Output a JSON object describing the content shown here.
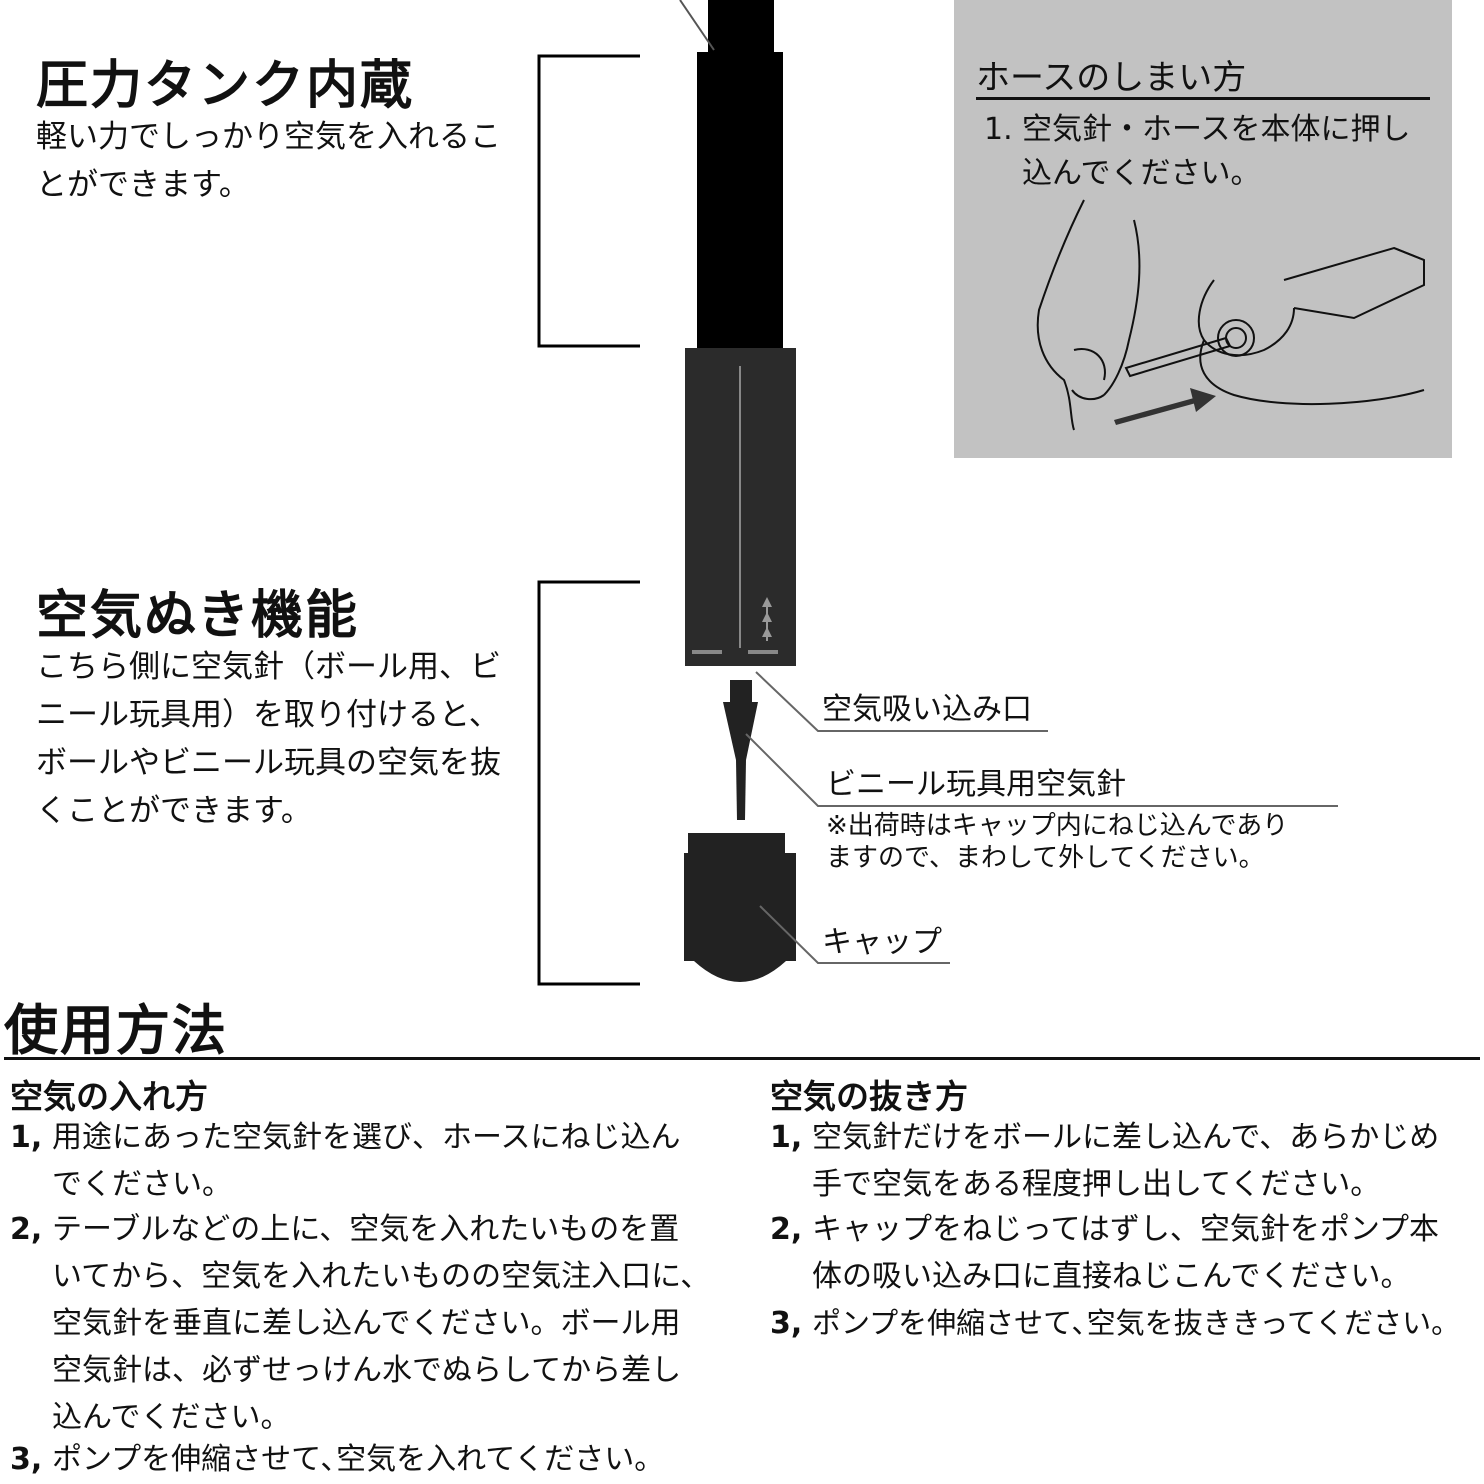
{
  "feature_pressure_tank": {
    "title": "圧力タンク内蔵",
    "lines": [
      "軽い力でしっかり空気を入れるこ",
      "とができます。"
    ]
  },
  "feature_deflate": {
    "title": "空気ぬき機能",
    "lines": [
      "こちら側に空気針（ボール用、ビ",
      "ニール玩具用）を取り付けると、",
      "ボールやビニール玩具の空気を抜",
      "くことができます。"
    ]
  },
  "hose_storage": {
    "title": "ホースのしまい方",
    "step_num": "1.",
    "lines": [
      "空気針・ホースを本体に押し",
      "込んでください。"
    ]
  },
  "callouts": {
    "intake": "空気吸い込み口",
    "needle": "ビニール玩具用空気針",
    "needle_note": [
      "※出荷時はキャップ内にねじ込んであり",
      "ますので、まわして外してください。"
    ],
    "cap": "キャップ"
  },
  "usage": {
    "title": "使用方法",
    "inflate": {
      "title": "空気の入れ方",
      "steps": [
        {
          "num": "1,",
          "lines": [
            "用途にあった空気針を選び、ホースにねじ込ん",
            "でください。"
          ]
        },
        {
          "num": "2,",
          "lines": [
            "テーブルなどの上に、空気を入れたいものを置",
            "いてから、空気を入れたいものの空気注入口に、",
            "空気針を垂直に差し込んでください。ボール用",
            "空気針は、必ずせっけん水でぬらしてから差し",
            "込んでください。"
          ]
        },
        {
          "num": "3,",
          "lines": [
            "ポンプを伸縮させて､空気を入れてください。"
          ]
        }
      ]
    },
    "deflate": {
      "title": "空気の抜き方",
      "steps": [
        {
          "num": "1,",
          "lines": [
            "空気針だけをボールに差し込んで、あらかじめ",
            "手で空気をある程度押し出してください。"
          ]
        },
        {
          "num": "2,",
          "lines": [
            "キャップをねじってはずし、空気針をポンプ本",
            "体の吸い込み口に直接ねじこんでください。"
          ]
        },
        {
          "num": "3,",
          "lines": [
            "ポンプを伸縮させて､空気を抜ききってください。"
          ]
        }
      ]
    }
  }
}
